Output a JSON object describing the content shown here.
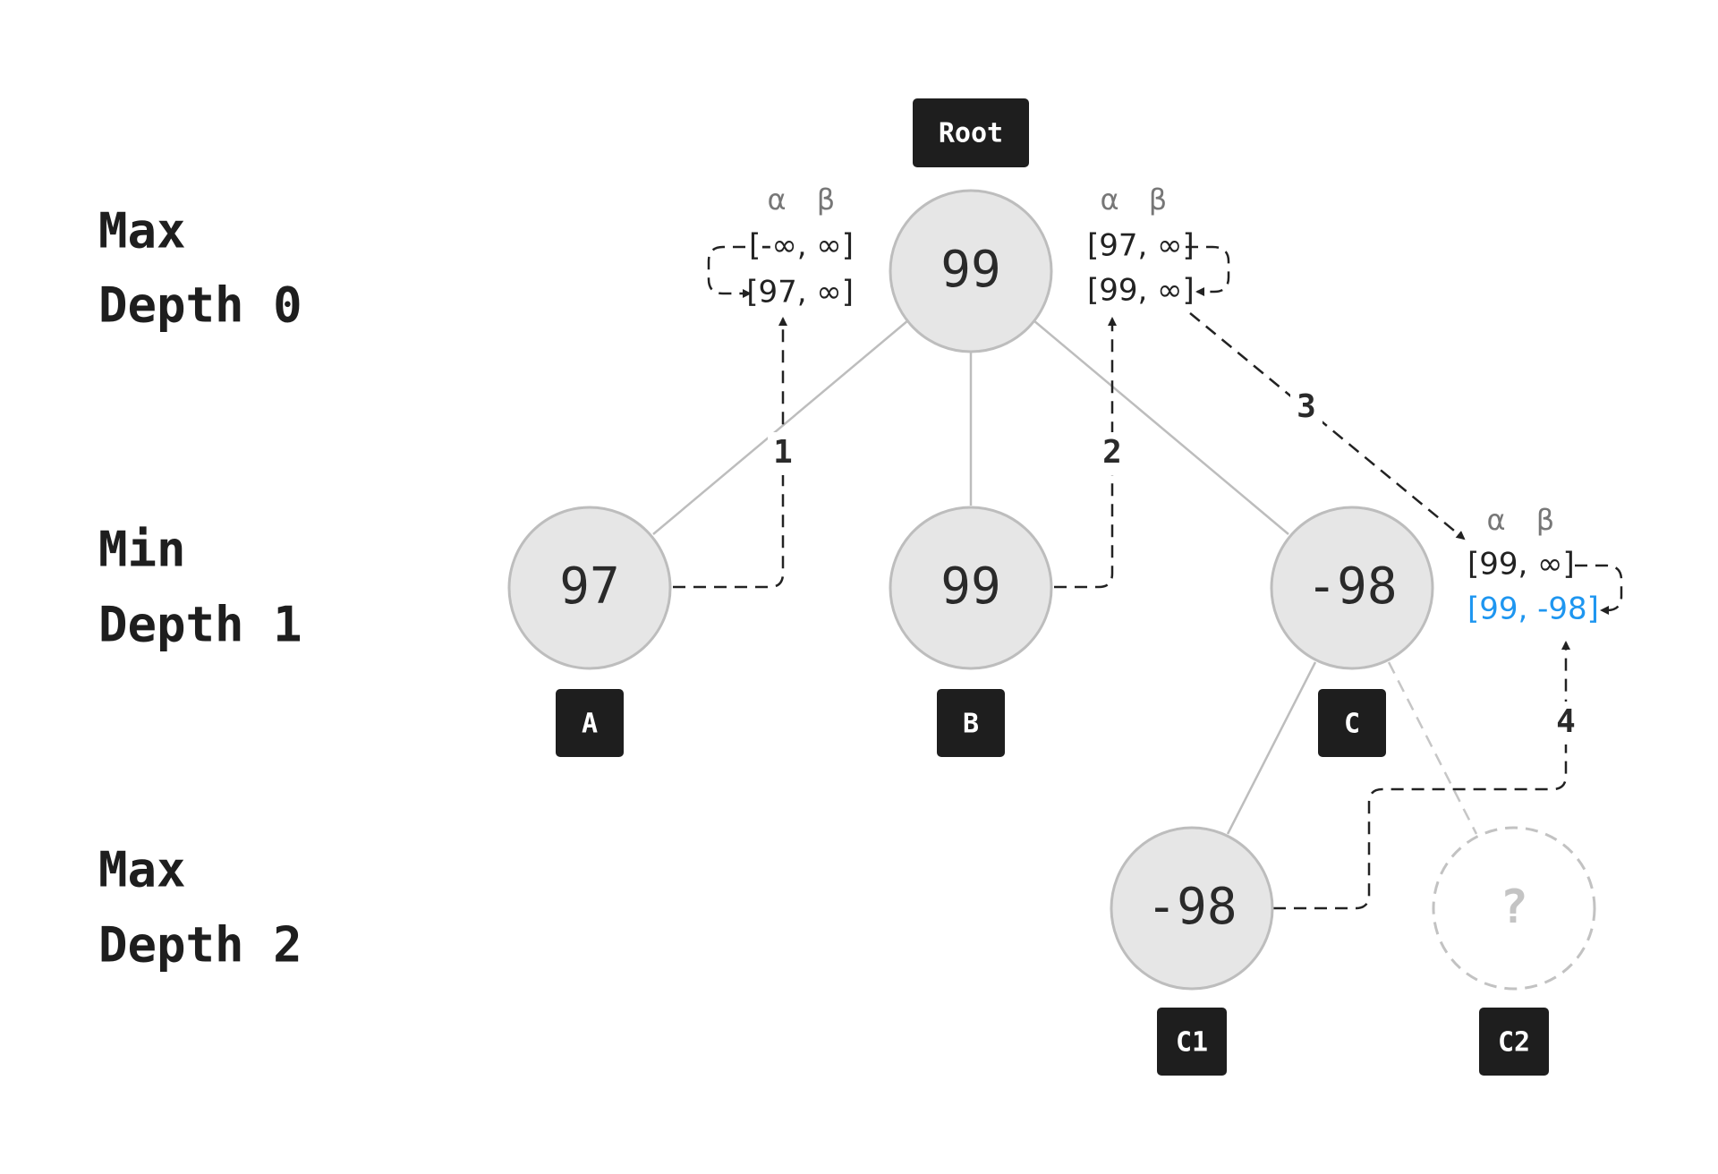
{
  "levels": [
    {
      "kind": "Max",
      "depth": "Depth 0"
    },
    {
      "kind": "Min",
      "depth": "Depth 1"
    },
    {
      "kind": "Max",
      "depth": "Depth 2"
    }
  ],
  "nodes": {
    "root": {
      "value": "99",
      "tag": "Root"
    },
    "a": {
      "value": "97",
      "tag": "A"
    },
    "b": {
      "value": "99",
      "tag": "B"
    },
    "c": {
      "value": "-98",
      "tag": "C"
    },
    "c1": {
      "value": "-98",
      "tag": "C1"
    },
    "c2": {
      "value": "?",
      "tag": "C2"
    }
  },
  "greek": {
    "alpha": "α",
    "beta": "β"
  },
  "windows": {
    "left": {
      "before": "[-∞, ∞]",
      "after": "[97, ∞]"
    },
    "right": {
      "before": "[97, ∞]",
      "after": "[99, ∞]"
    },
    "c": {
      "before": "[99, ∞]",
      "after": "[99, -98]"
    }
  },
  "steps": [
    "1",
    "2",
    "3",
    "4"
  ],
  "colors": {
    "highlight": "#1e96f0",
    "tag_fill": "#1e1e1e",
    "node_fill": "#e6e6e6"
  }
}
